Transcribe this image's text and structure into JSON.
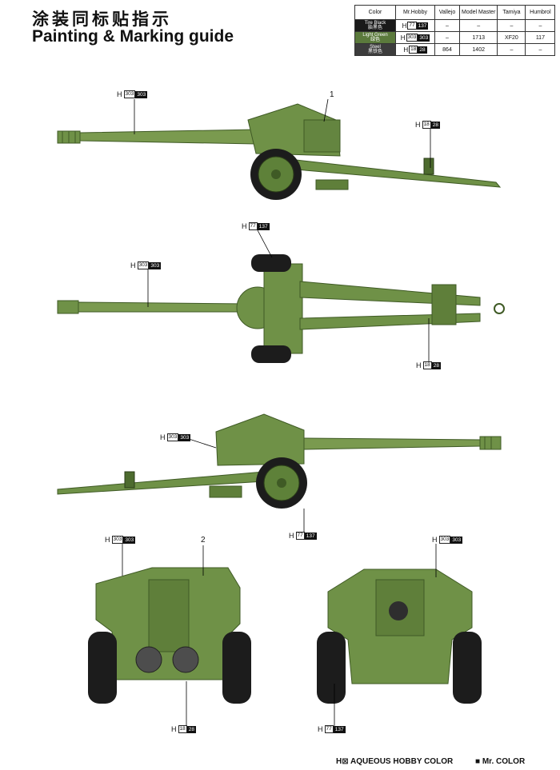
{
  "header": {
    "title_cn": "涂装同标贴指示",
    "title_en": "Painting & Marking guide"
  },
  "color_table": {
    "headers": [
      "Color",
      "Mr.Hobby",
      "Vallejo",
      "Model Master",
      "Tamiya",
      "Humbrol"
    ],
    "rows": [
      {
        "name_en": "Tire Black",
        "name_cn": "胎黑色",
        "swatch": "#1a1a1a",
        "h_prefix": "H",
        "h_code": "77",
        "mr_code": "137",
        "vallejo": "–",
        "model_master": "–",
        "tamiya": "–",
        "humbrol": "–"
      },
      {
        "name_en": "Light Green",
        "name_cn": "绿色",
        "swatch": "#5b7a3c",
        "h_prefix": "H",
        "h_code": "303",
        "mr_code": "303",
        "vallejo": "–",
        "model_master": "1713",
        "tamiya": "XF20",
        "humbrol": "117"
      },
      {
        "name_en": "Steel",
        "name_cn": "黑铁色",
        "swatch": "#3c3c3c",
        "h_prefix": "H",
        "h_code": "18",
        "mr_code": "28",
        "vallejo": "864",
        "model_master": "1402",
        "tamiya": "–",
        "humbrol": "–"
      }
    ]
  },
  "callouts": {
    "side1_barrel": {
      "h": "H",
      "a": "303",
      "b": "303"
    },
    "side1_spade": {
      "h": "H",
      "a": "18",
      "b": "28"
    },
    "top_tire": {
      "h": "H",
      "a": "77",
      "b": "137"
    },
    "top_barrel": {
      "h": "H",
      "a": "303",
      "b": "303"
    },
    "top_spade": {
      "h": "H",
      "a": "18",
      "b": "28"
    },
    "side2_body": {
      "h": "H",
      "a": "303",
      "b": "303"
    },
    "side2_tire": {
      "h": "H",
      "a": "77",
      "b": "137"
    },
    "rear_body": {
      "h": "H",
      "a": "303",
      "b": "303"
    },
    "rear_spade": {
      "h": "H",
      "a": "18",
      "b": "28"
    },
    "front_body": {
      "h": "H",
      "a": "303",
      "b": "303"
    },
    "front_tire": {
      "h": "H",
      "a": "77",
      "b": "137"
    }
  },
  "marker_numbers": {
    "decal1": "1",
    "decal2": "2"
  },
  "legend": {
    "aqueous_mark": "H⊠",
    "aqueous_label": "AQUEOUS HOBBY COLOR",
    "mr_mark": "■",
    "mr_label": "Mr. COLOR"
  },
  "colors": {
    "olive": "#6f9147",
    "olive_dark": "#4d6b2e",
    "tire": "#1c1c1c",
    "tire_tread": "#3a3a3a"
  }
}
